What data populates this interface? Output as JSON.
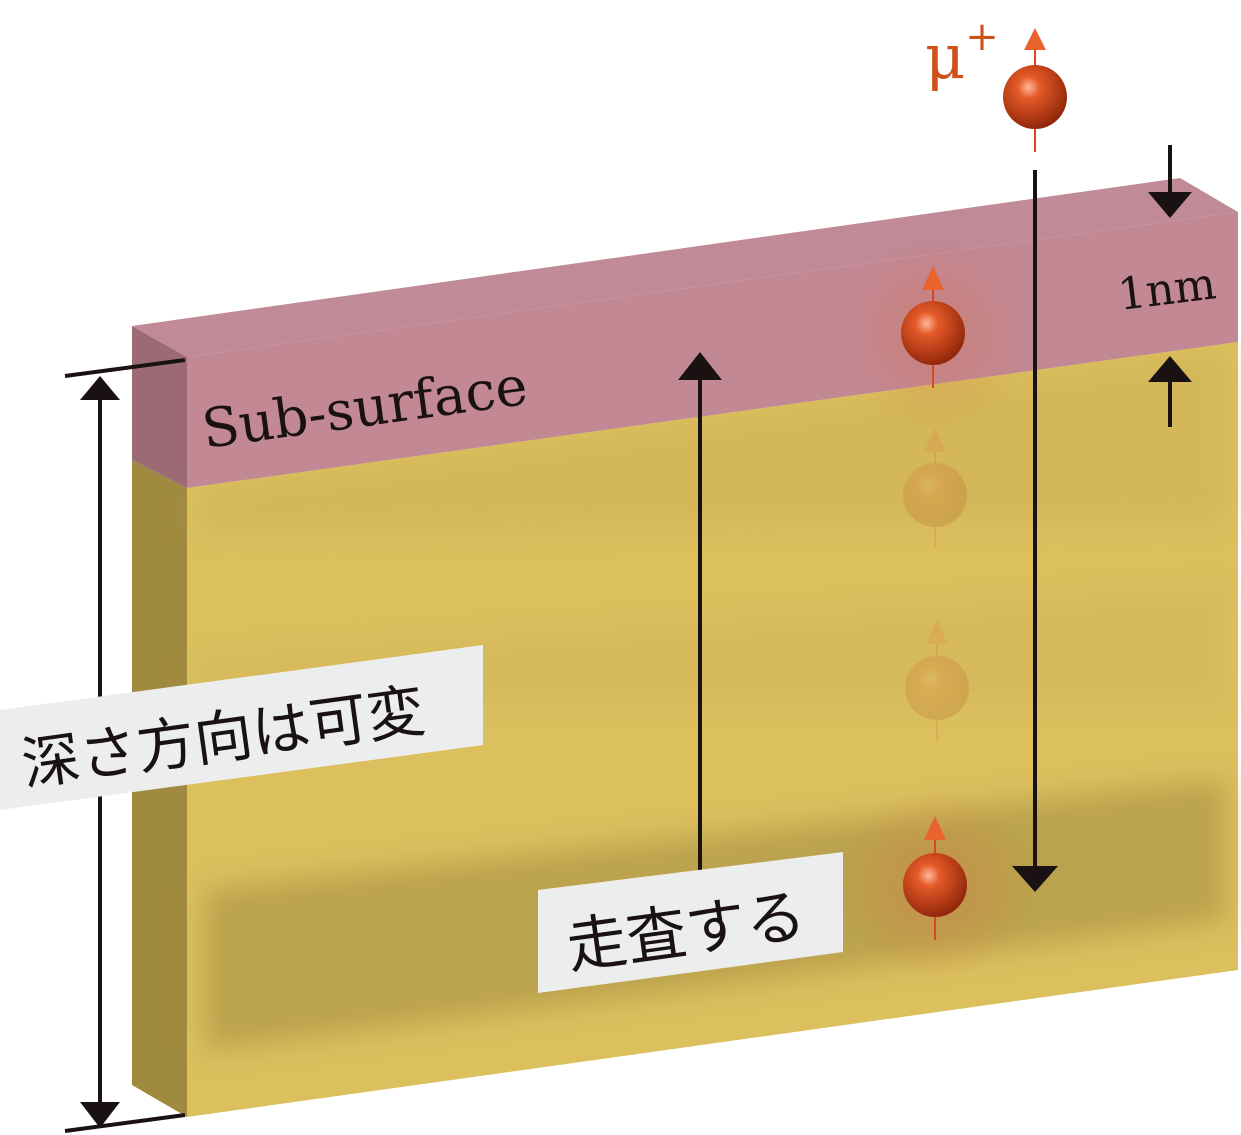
{
  "labels": {
    "particle": "μ",
    "particle_charge": "+",
    "layer_thickness": "1nm",
    "layer_name": "Sub-surface",
    "depth_variable": "深さ方向は可変",
    "scan": "走査する"
  },
  "colors": {
    "pink_top": "#c08a96",
    "pink_front": "#c28893",
    "pink_side": "#9b6a76",
    "yellow_front": "#dcc05e",
    "yellow_side": "#a08a40",
    "yellow_dark_band": "#bda650",
    "muon": "#d8481e",
    "muon_text": "#d0501a",
    "arrow": "#1a1212",
    "label_bg": "#eceeee"
  }
}
